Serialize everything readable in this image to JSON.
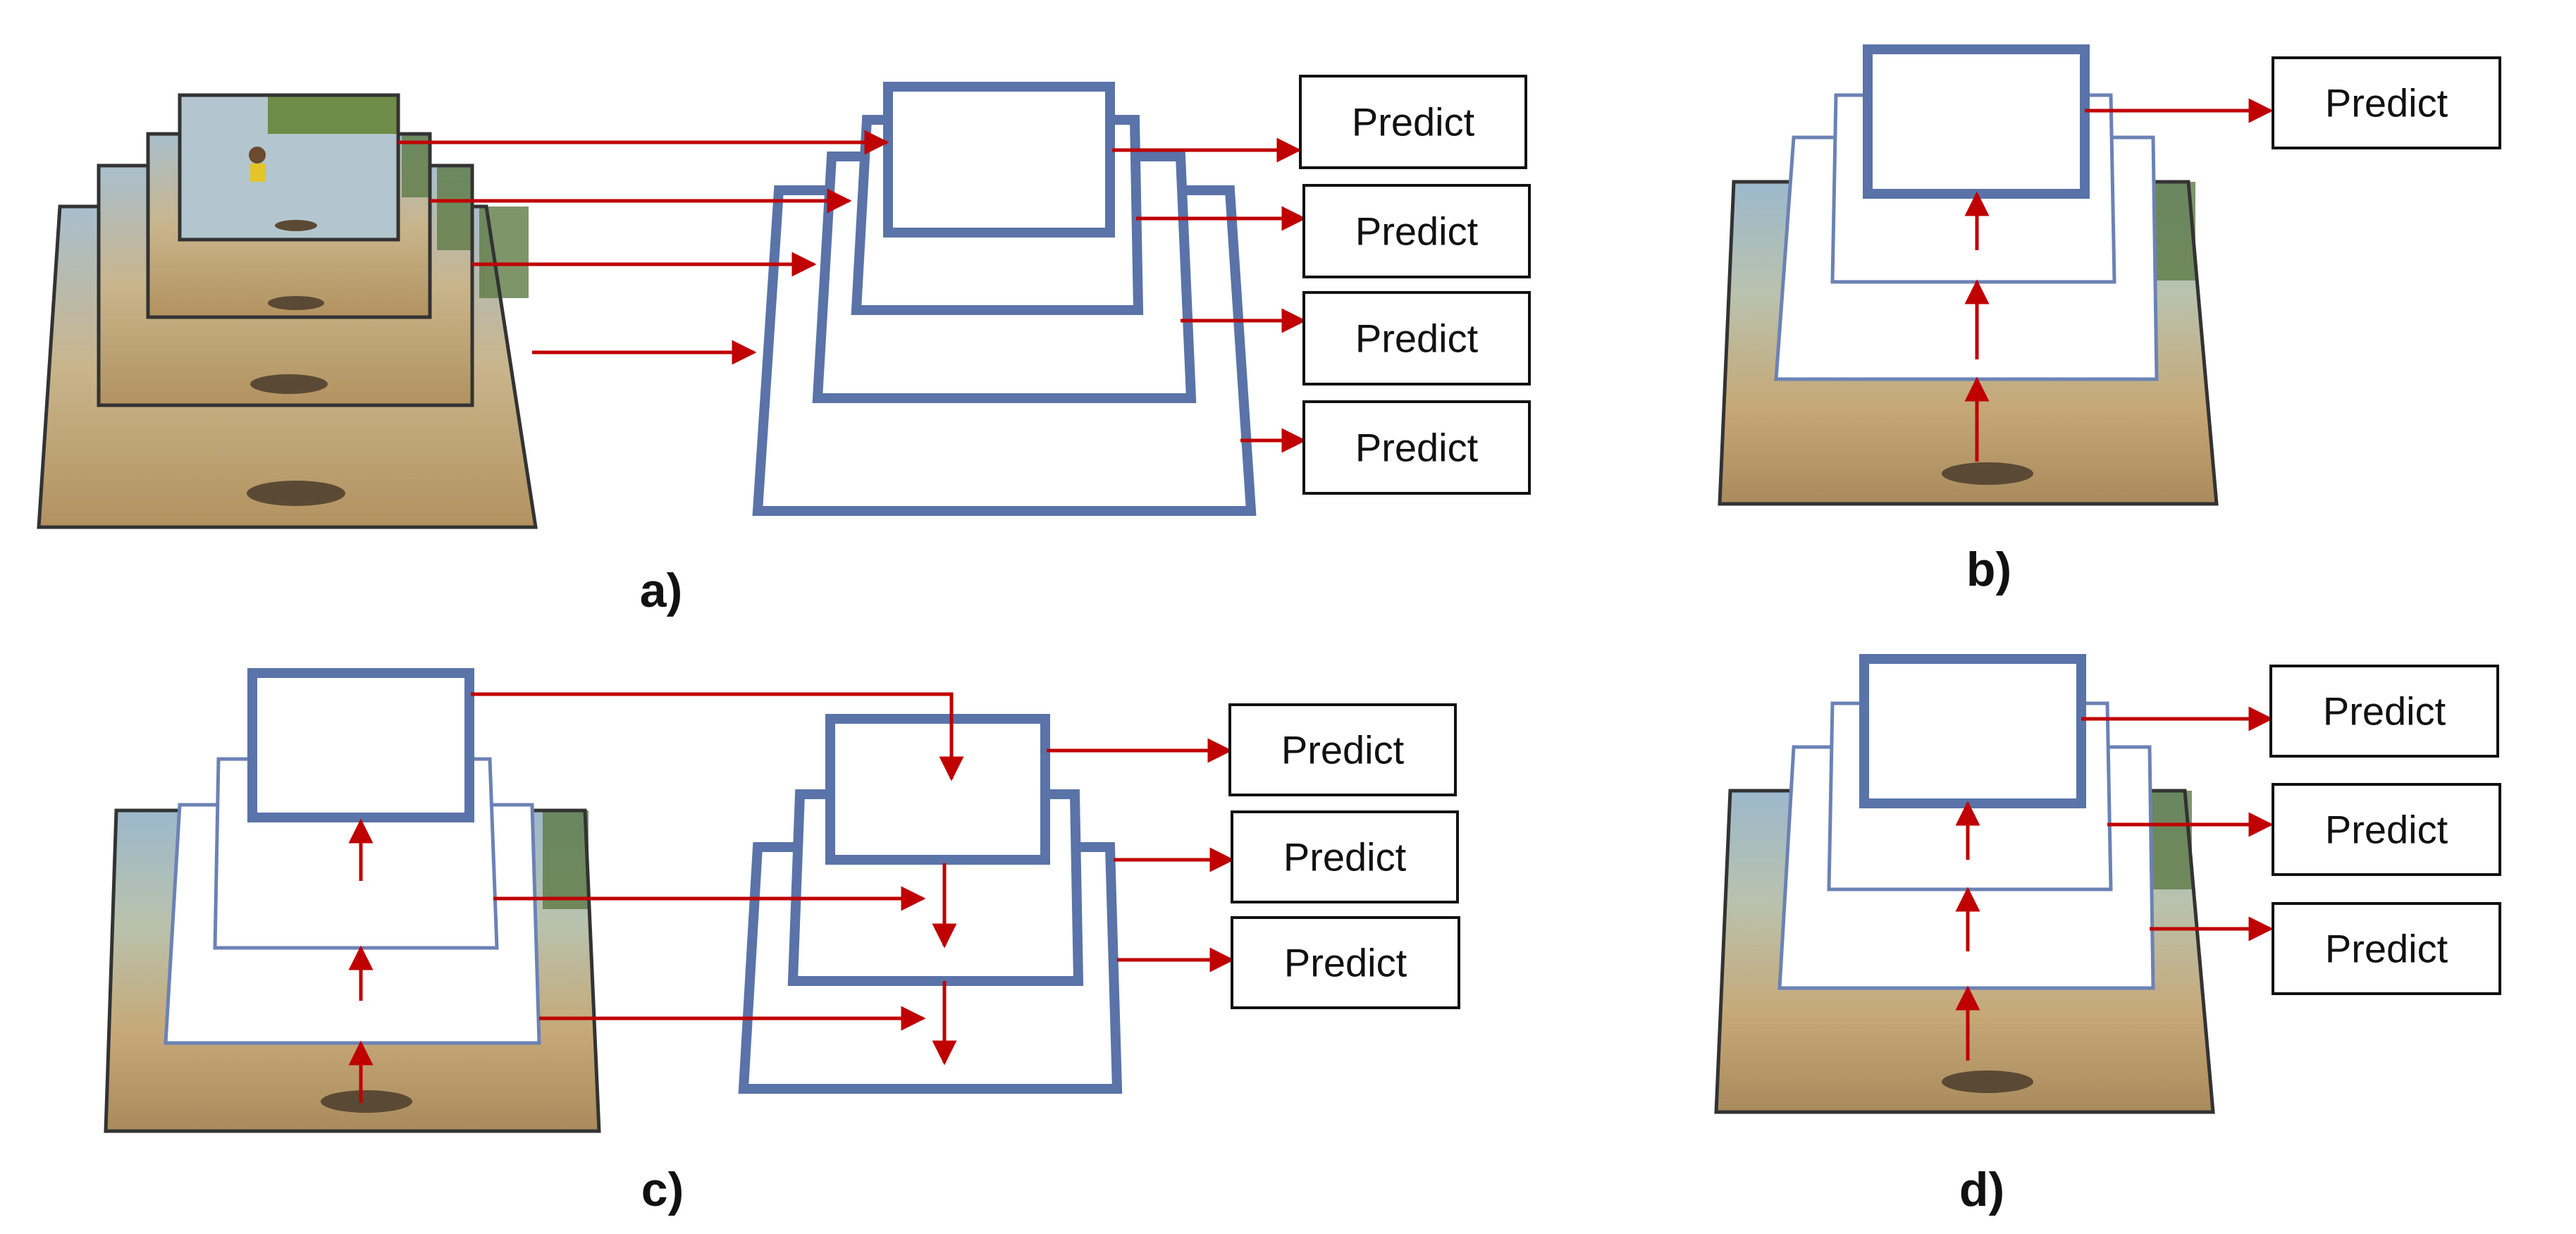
{
  "colors": {
    "pyramid_stroke": "#5a73a8",
    "arrow": "#c00000",
    "box_border": "#111111"
  },
  "panels": {
    "a": {
      "caption": "a)",
      "predict_labels": [
        "Predict",
        "Predict",
        "Predict",
        "Predict"
      ]
    },
    "b": {
      "caption": "b)",
      "predict_labels": [
        "Predict"
      ]
    },
    "c": {
      "caption": "c)",
      "predict_labels": [
        "Predict",
        "Predict",
        "Predict"
      ]
    },
    "d": {
      "caption": "d)",
      "predict_labels": [
        "Predict",
        "Predict",
        "Predict"
      ]
    }
  }
}
